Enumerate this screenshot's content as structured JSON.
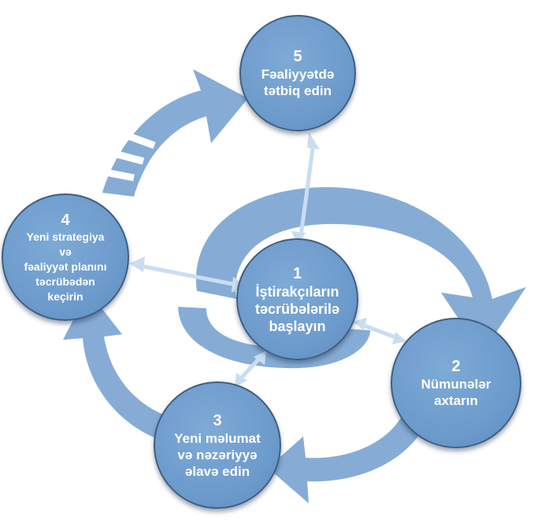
{
  "nodes": [
    {
      "number": "1",
      "lines": [
        "İştirakçıların",
        "təcrübələrilə",
        "başlayın"
      ]
    },
    {
      "number": "2",
      "lines": [
        "Nümunələr",
        "axtarın"
      ]
    },
    {
      "number": "3",
      "lines": [
        "Yeni məlumat",
        "və nəzəriyyə",
        "əlavə edin"
      ]
    },
    {
      "number": "4",
      "lines": [
        "Yeni strategiya",
        "və",
        "fəaliyyət planını",
        "təcrübədən",
        "keçirin"
      ]
    },
    {
      "number": "5",
      "lines": [
        "Fəaliyyətdə",
        "tətbiq edin"
      ]
    }
  ],
  "colors": {
    "arrow": "#86acd6",
    "connector": "#c9ddf1",
    "node_fill": "#6d9bcc",
    "node_border": "#3f5f80",
    "text": "#ffffff"
  }
}
